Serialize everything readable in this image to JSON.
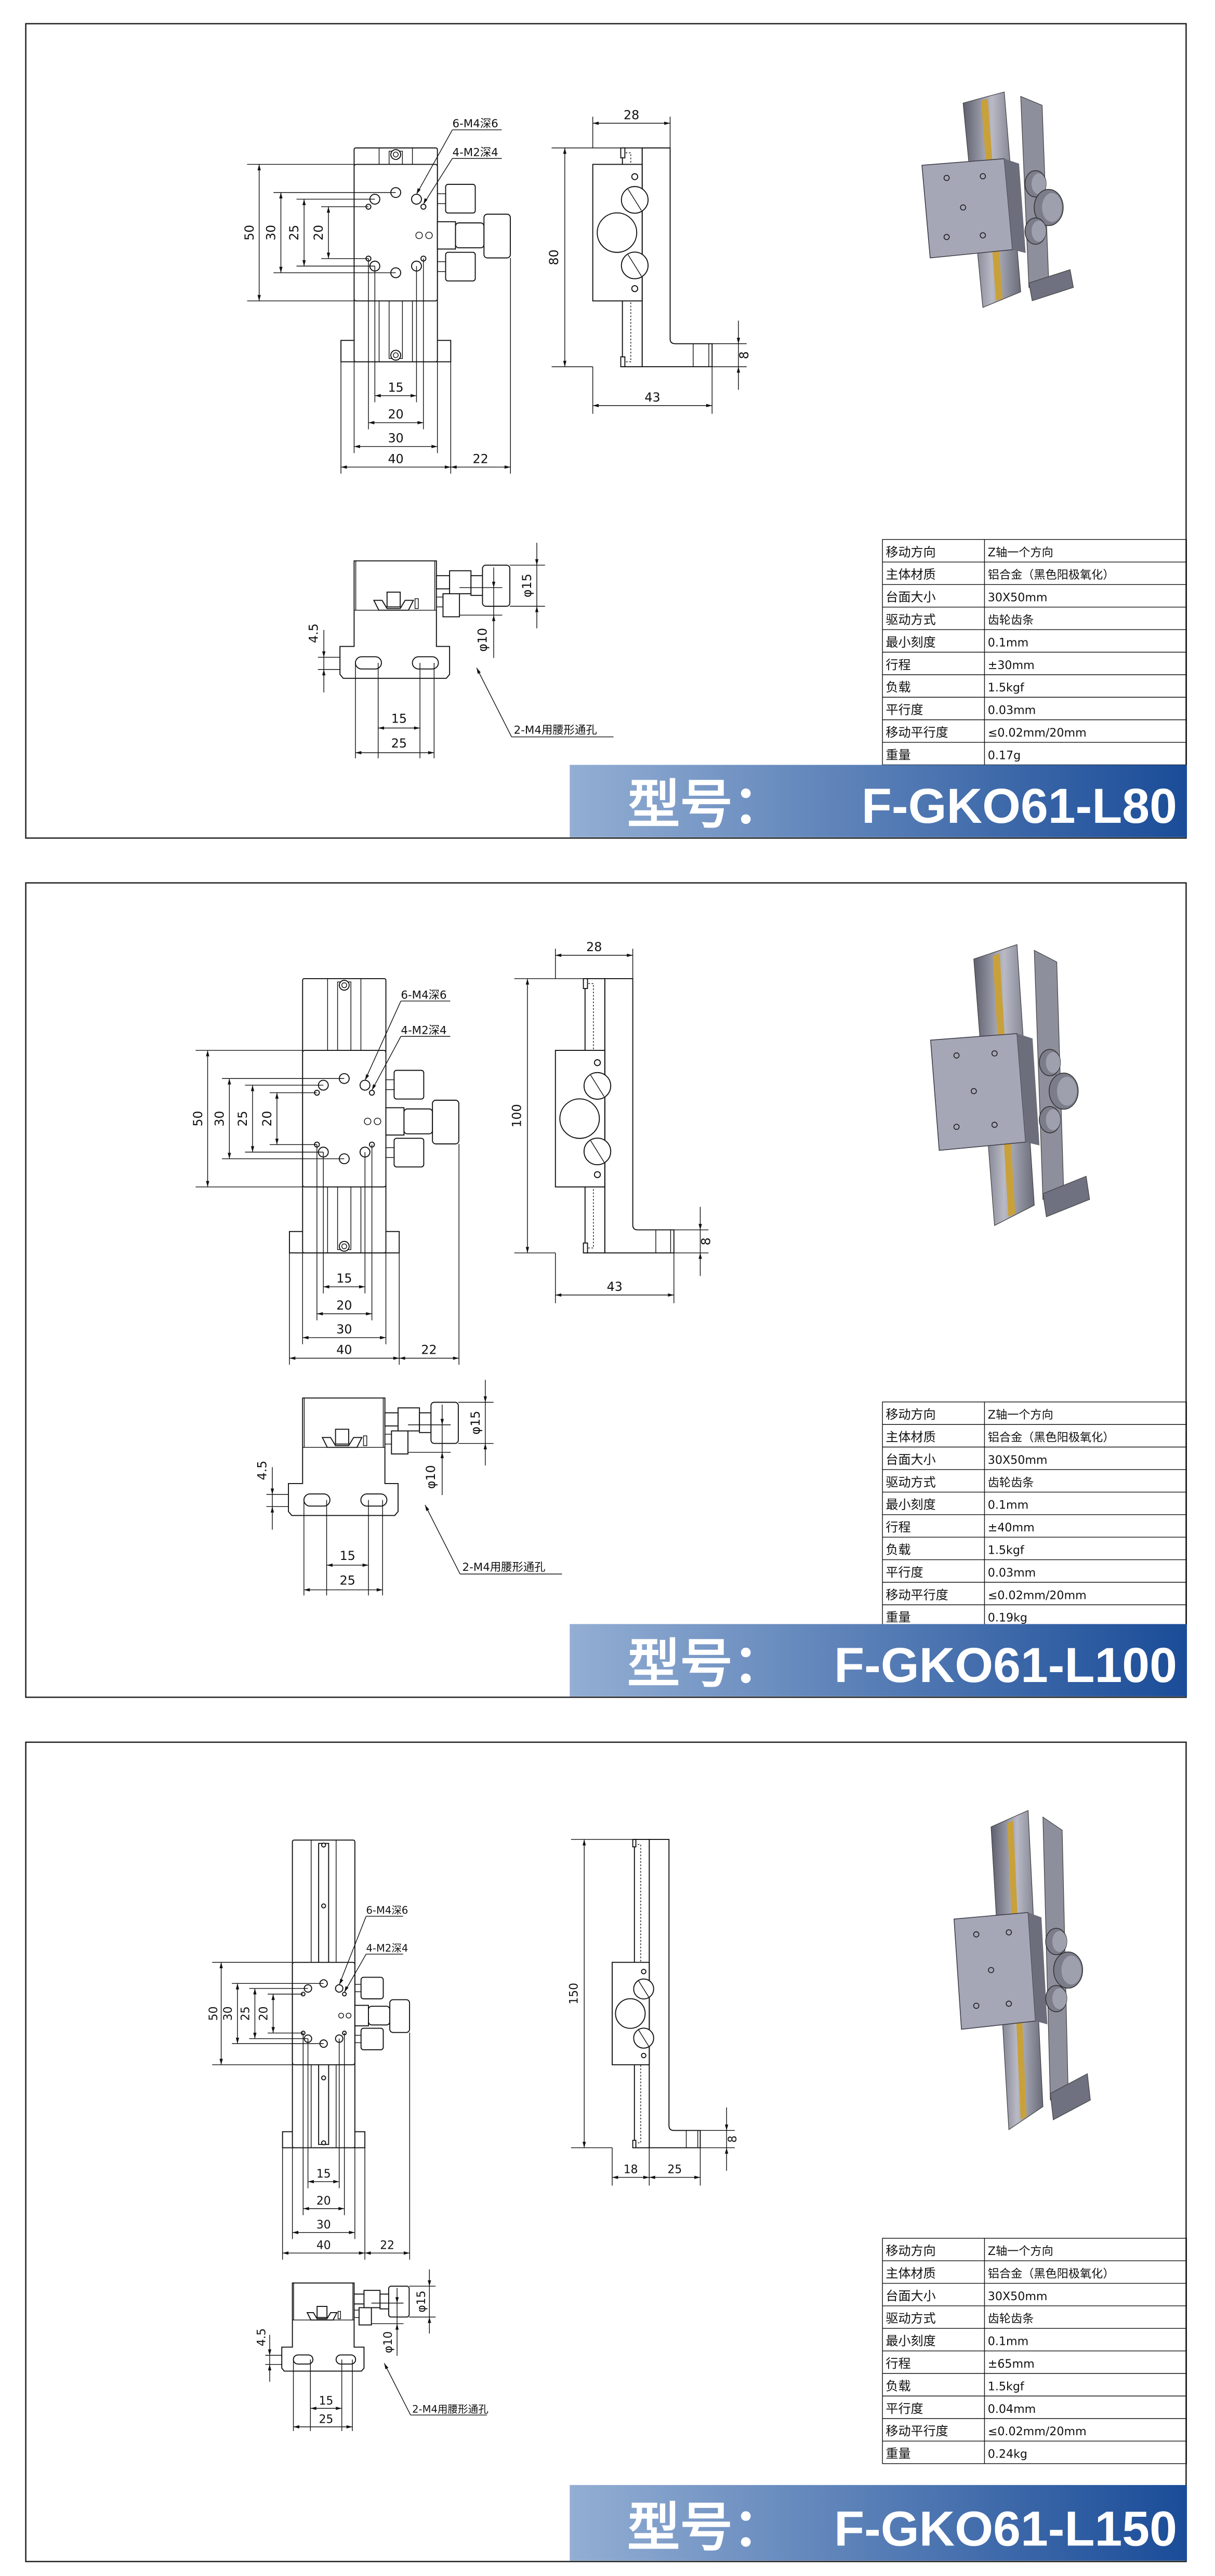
{
  "colors": {
    "banner_start": "#93aed3",
    "banner_end": "#1a4c98",
    "border": "#222222",
    "rack": "#2a2a2a",
    "brass": "#c9a13a"
  },
  "panels": [
    {
      "model_label": "型号：",
      "model": "F-GKO61-L80",
      "front": {
        "h50": "50",
        "h30": "30",
        "h25": "25",
        "h20": "20",
        "w15": "15",
        "w20": "20",
        "w30": "30",
        "w40": "40",
        "w22": "22",
        "note1": "6-M4深6",
        "note2": "4-M2深4"
      },
      "side": {
        "top": "28",
        "height": "80",
        "foot": "8",
        "widths": [
          "43"
        ]
      },
      "bottom": {
        "h45": "4.5",
        "d15": "φ15",
        "d10": "φ10",
        "w15": "15",
        "w25": "25",
        "note": "2-M4用腰形通孔"
      },
      "specs": [
        {
          "label": "移动方向",
          "value": "Z轴一个方向"
        },
        {
          "label": "主体材质",
          "value": "铝合金（黑色阳极氧化）"
        },
        {
          "label": "台面大小",
          "value": "30X50mm"
        },
        {
          "label": "驱动方式",
          "value": "齿轮齿条"
        },
        {
          "label": "最小刻度",
          "value": "0.1mm"
        },
        {
          "label": "行程",
          "value": "±30mm"
        },
        {
          "label": "负载",
          "value": "1.5kgf"
        },
        {
          "label": "平行度",
          "value": "0.03mm"
        },
        {
          "label": "移动平行度",
          "value": "≤0.02mm/20mm"
        },
        {
          "label": "重量",
          "value": "0.17g"
        }
      ]
    },
    {
      "model_label": "型号：",
      "model": "F-GKO61-L100",
      "front": {
        "h50": "50",
        "h30": "30",
        "h25": "25",
        "h20": "20",
        "w15": "15",
        "w20": "20",
        "w30": "30",
        "w40": "40",
        "w22": "22",
        "note1": "6-M4深6",
        "note2": "4-M2深4"
      },
      "side": {
        "top": "28",
        "height": "100",
        "foot": "8",
        "widths": [
          "43"
        ]
      },
      "bottom": {
        "h45": "4.5",
        "d15": "φ15",
        "d10": "φ10",
        "w15": "15",
        "w25": "25",
        "note": "2-M4用腰形通孔"
      },
      "specs": [
        {
          "label": "移动方向",
          "value": "Z轴一个方向"
        },
        {
          "label": "主体材质",
          "value": "铝合金（黑色阳极氧化）"
        },
        {
          "label": "台面大小",
          "value": "30X50mm"
        },
        {
          "label": "驱动方式",
          "value": "齿轮齿条"
        },
        {
          "label": "最小刻度",
          "value": "0.1mm"
        },
        {
          "label": "行程",
          "value": "±40mm"
        },
        {
          "label": "负载",
          "value": "1.5kgf"
        },
        {
          "label": "平行度",
          "value": "0.03mm"
        },
        {
          "label": "移动平行度",
          "value": "≤0.02mm/20mm"
        },
        {
          "label": "重量",
          "value": "0.19kg"
        }
      ]
    },
    {
      "model_label": "型号：",
      "model": "F-GKO61-L150",
      "front": {
        "h50": "50",
        "h30": "30",
        "h25": "25",
        "h20": "20",
        "w15": "15",
        "w20": "20",
        "w30": "30",
        "w40": "40",
        "w22": "22",
        "note1": "6-M4深6",
        "note2": "4-M2深4"
      },
      "side": {
        "height": "150",
        "foot": "8",
        "widths": [
          "18",
          "25"
        ]
      },
      "bottom": {
        "h45": "4.5",
        "d15": "φ15",
        "d10": "φ10",
        "w15": "15",
        "w25": "25",
        "note": "2-M4用腰形通孔"
      },
      "specs": [
        {
          "label": "移动方向",
          "value": "Z轴一个方向"
        },
        {
          "label": "主体材质",
          "value": "铝合金（黑色阳极氧化）"
        },
        {
          "label": "台面大小",
          "value": "30X50mm"
        },
        {
          "label": "驱动方式",
          "value": "齿轮齿条"
        },
        {
          "label": "最小刻度",
          "value": "0.1mm"
        },
        {
          "label": "行程",
          "value": "±65mm"
        },
        {
          "label": "负载",
          "value": "1.5kgf"
        },
        {
          "label": "平行度",
          "value": "0.04mm"
        },
        {
          "label": "移动平行度",
          "value": "≤0.02mm/20mm"
        },
        {
          "label": "重量",
          "value": "0.24kg"
        }
      ]
    }
  ]
}
